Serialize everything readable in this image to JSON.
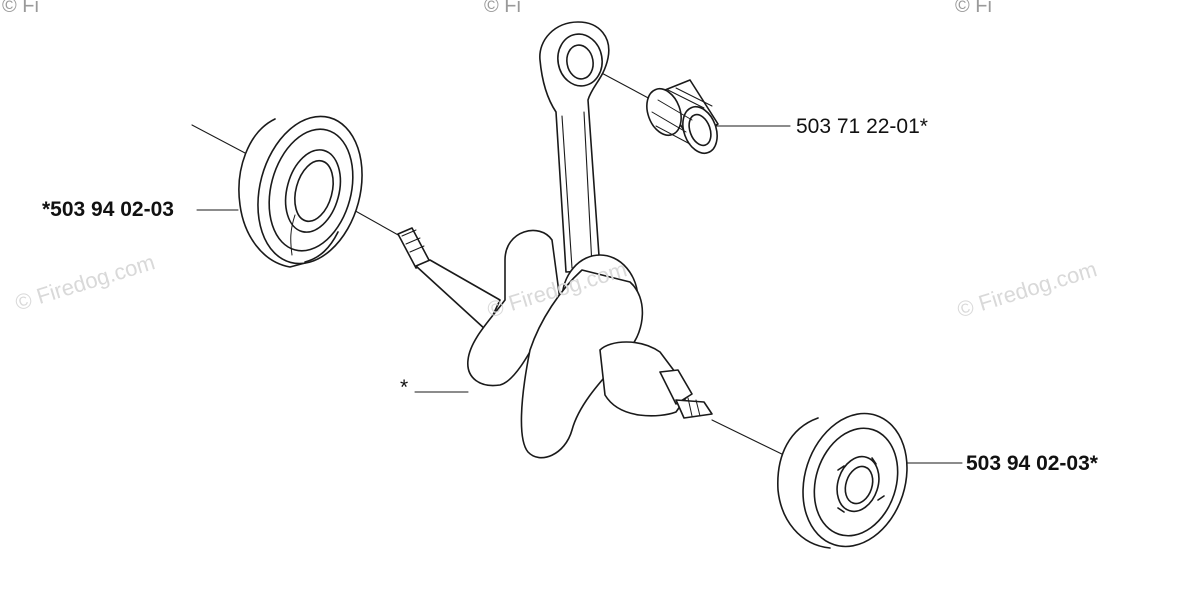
{
  "watermark": {
    "text": "© Firedog.com",
    "top_fragment": "© Fi"
  },
  "parts": {
    "bearing_left": {
      "label": "*503 94 02-03"
    },
    "needle_bearing": {
      "label": "503 71 22-01*"
    },
    "crankshaft": {
      "label": "*"
    },
    "bearing_right": {
      "label": "503 94 02-03*"
    }
  },
  "colors": {
    "line": "#1a1a1a",
    "watermark": "#d9d9d9"
  }
}
